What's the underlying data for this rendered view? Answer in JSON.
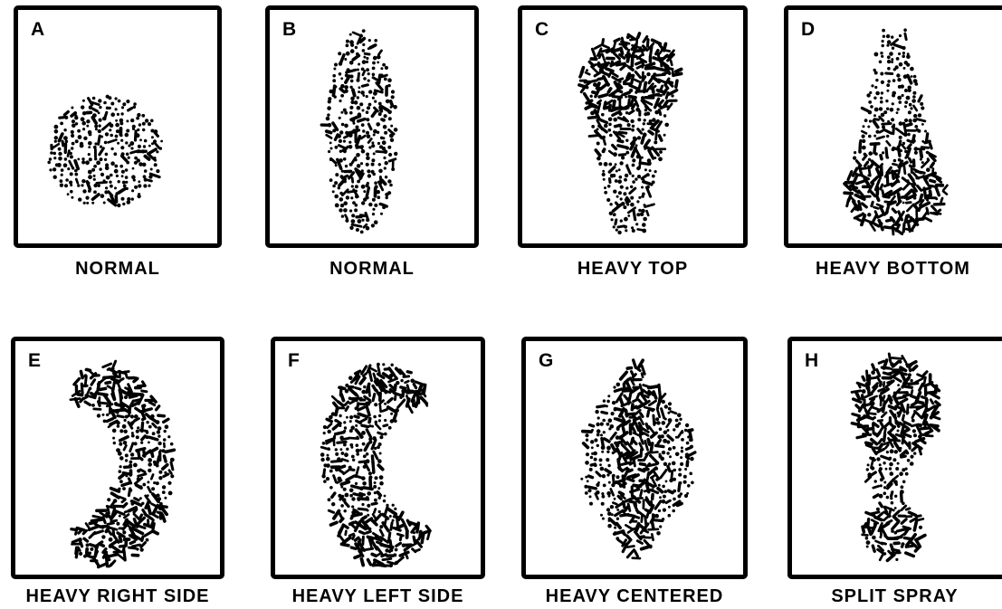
{
  "patterns": [
    {
      "id": "A",
      "letter": "A",
      "caption": "NORMAL",
      "shape": "circle",
      "heavy": "none"
    },
    {
      "id": "B",
      "letter": "B",
      "caption": "NORMAL",
      "shape": "oval",
      "heavy": "none"
    },
    {
      "id": "C",
      "letter": "C",
      "caption": "HEAVY TOP",
      "shape": "top-bulb",
      "heavy": "top"
    },
    {
      "id": "D",
      "letter": "D",
      "caption": "HEAVY BOTTOM",
      "shape": "bottom-bulb",
      "heavy": "bottom"
    },
    {
      "id": "E",
      "letter": "E",
      "caption": "HEAVY RIGHT SIDE",
      "shape": "crescent-right",
      "heavy": "ends"
    },
    {
      "id": "F",
      "letter": "F",
      "caption": "HEAVY LEFT SIDE",
      "shape": "crescent-left",
      "heavy": "ends"
    },
    {
      "id": "G",
      "letter": "G",
      "caption": "HEAVY CENTERED",
      "shape": "diamond",
      "heavy": "center"
    },
    {
      "id": "H",
      "letter": "H",
      "caption": "SPLIT SPRAY",
      "shape": "split",
      "heavy": "lobes"
    }
  ],
  "colors": {
    "ink": "#000000",
    "background": "#ffffff"
  }
}
